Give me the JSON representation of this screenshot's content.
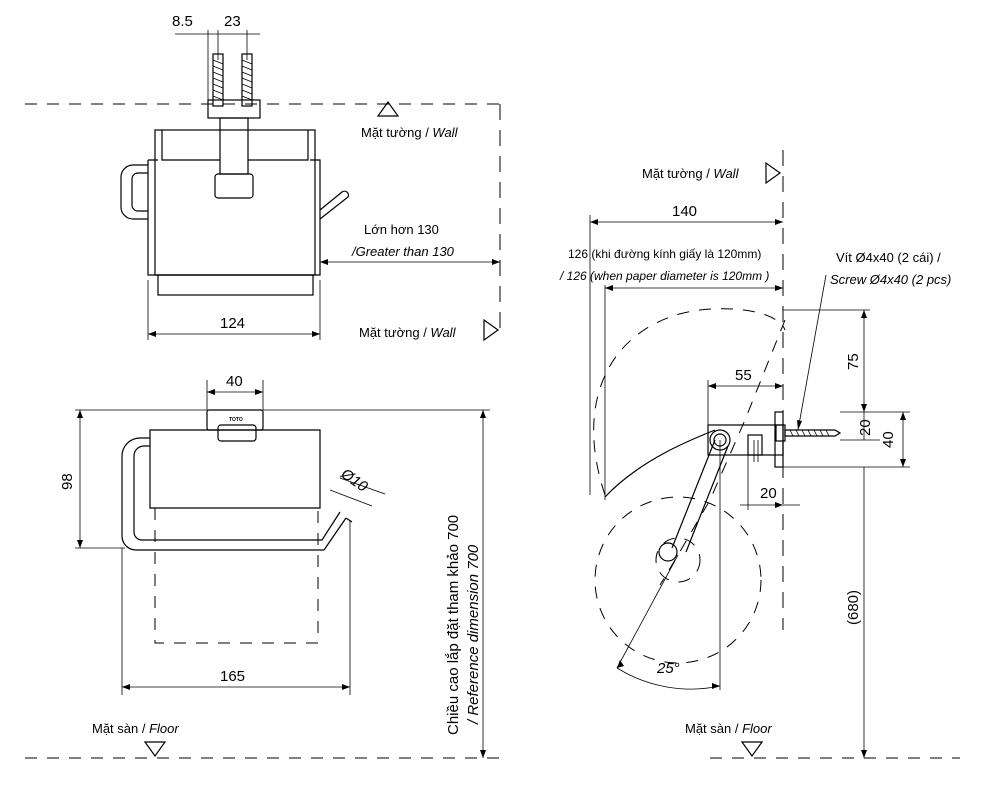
{
  "labels": {
    "wall_top": "Mặt tường / ",
    "wall_top_en": "Wall",
    "wall_bottom": "Mặt tường / ",
    "wall_bottom_en": "Wall",
    "wall_side": "Mặt tường / ",
    "wall_side_en": "Wall",
    "greater_vi": "Lớn hơn 130",
    "greater_en": "/Greater than 130",
    "floor_left": "Mặt sàn / ",
    "floor_left_en": "Floor",
    "floor_right": "Mặt sàn / ",
    "floor_right_en": "Floor",
    "ref_height_vi": "Chiều cao lắp đặt tham khảo 700",
    "ref_height_en": "/ Reference dimension 700",
    "paper_note_vi": "126 (khi đường kính giấy là 120mm)",
    "paper_note_en": "/ 126 (when  paper diameter is 120mm )",
    "screw_vi": "Vít Ø4x40 (2 cái) /",
    "screw_en": "Screw Ø4x40 (2 pcs)",
    "brand": "TOTO"
  },
  "dimensions": {
    "d8_5": "8.5",
    "d23": "23",
    "d124": "124",
    "d40_top": "40",
    "d98": "98",
    "d_phi10": "Ø10",
    "d165": "165",
    "d140": "140",
    "d55": "55",
    "d75": "75",
    "d20_right": "20",
    "d40_right": "40",
    "d20_bottom": "20",
    "d680": "(680)",
    "d25deg": "25°"
  }
}
